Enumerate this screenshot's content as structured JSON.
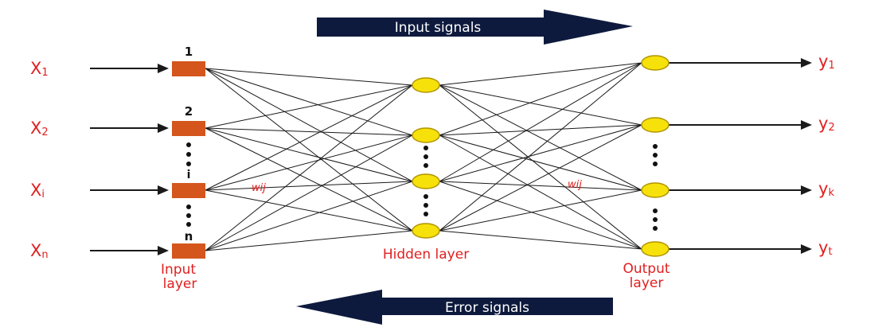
{
  "banners": {
    "input_signals": "Input signals",
    "error_signals": "Error signals"
  },
  "inputs": {
    "labels": [
      {
        "main": "X",
        "sub": "1"
      },
      {
        "main": "X",
        "sub": "2"
      },
      {
        "main": "X",
        "sub": "i"
      },
      {
        "main": "X",
        "sub": "n"
      }
    ],
    "node_indices": [
      "1",
      "2",
      "i",
      "n"
    ]
  },
  "outputs": {
    "labels": [
      {
        "main": "y",
        "sub": "1"
      },
      {
        "main": "y",
        "sub": "2"
      },
      {
        "main": "y",
        "sub": "k"
      },
      {
        "main": "y",
        "sub": "t"
      }
    ]
  },
  "weights": {
    "input_hidden": "wij",
    "hidden_output": "wij"
  },
  "layer_labels": {
    "input_line1": "Input",
    "input_line2": "layer",
    "hidden": "Hidden layer",
    "output_line1": "Output",
    "output_line2": "layer"
  },
  "colors": {
    "banner": "#0e1a3d",
    "label_red": "#e02020",
    "input_node": "#d4561c",
    "neuron_fill": "#f7e10a",
    "neuron_stroke": "#b09400",
    "line": "#1a1a1a"
  }
}
